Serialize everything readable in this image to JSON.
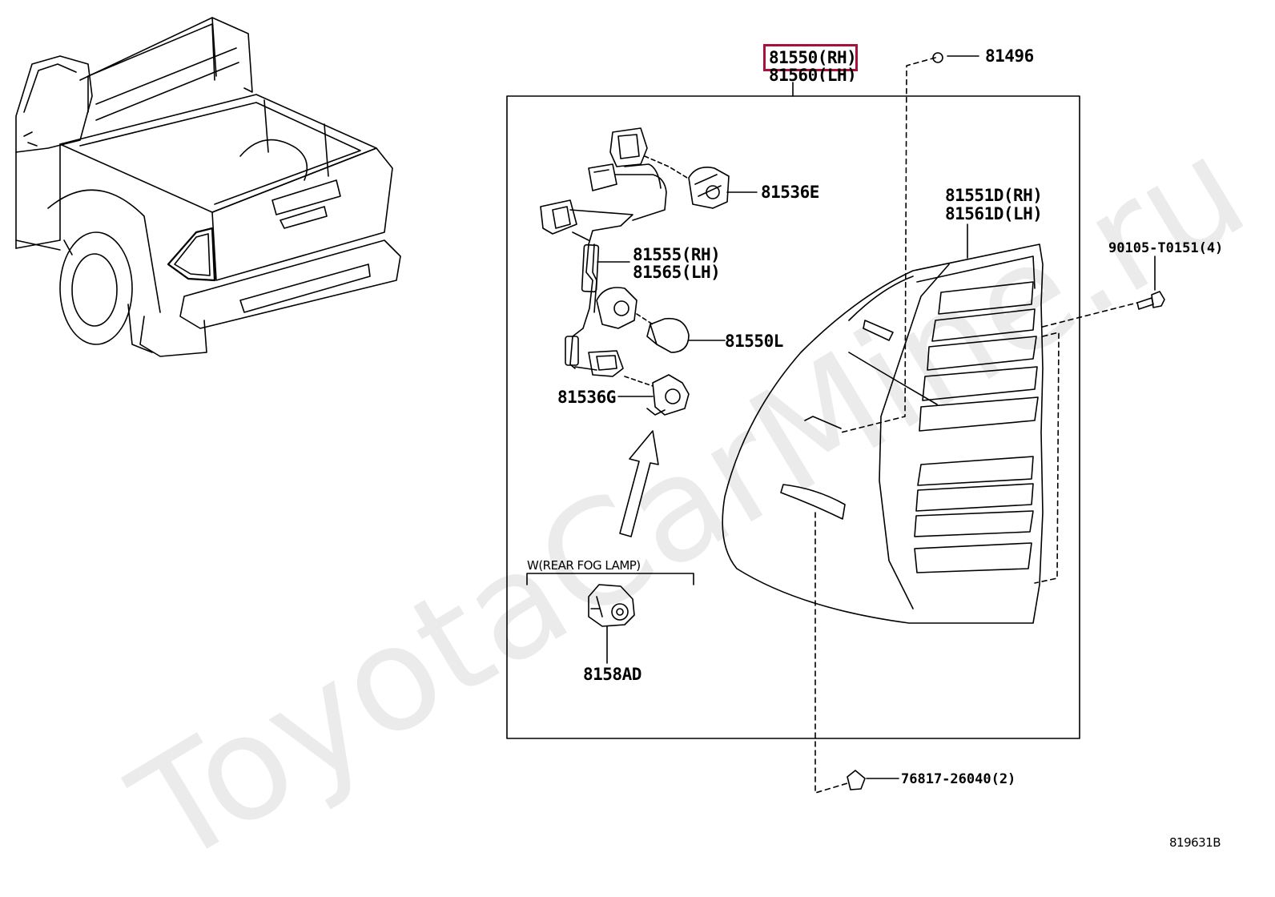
{
  "highlighted_part": "81550(RH)",
  "parts": {
    "assembly_rh": "81550(RH)",
    "assembly_lh": "81560(LH)",
    "clip": "81496",
    "socket_e": "81536E",
    "wire_rh": "81555(RH)",
    "wire_lh": "81565(LH)",
    "bulb_l": "81550L",
    "socket_g": "81536G",
    "lens_rh": "81551D(RH)",
    "lens_lh": "81561D(LH)",
    "screw": "90105-T0151(4)",
    "nut": "76817-26040(2)",
    "fog_socket": "8158AD"
  },
  "fog_lamp_label": "W(REAR FOG LAMP)",
  "diagram_code": "819631B",
  "watermark": "ToyotaCarMine.ru",
  "colors": {
    "line": "#000000",
    "highlight": "#a8123a"
  }
}
